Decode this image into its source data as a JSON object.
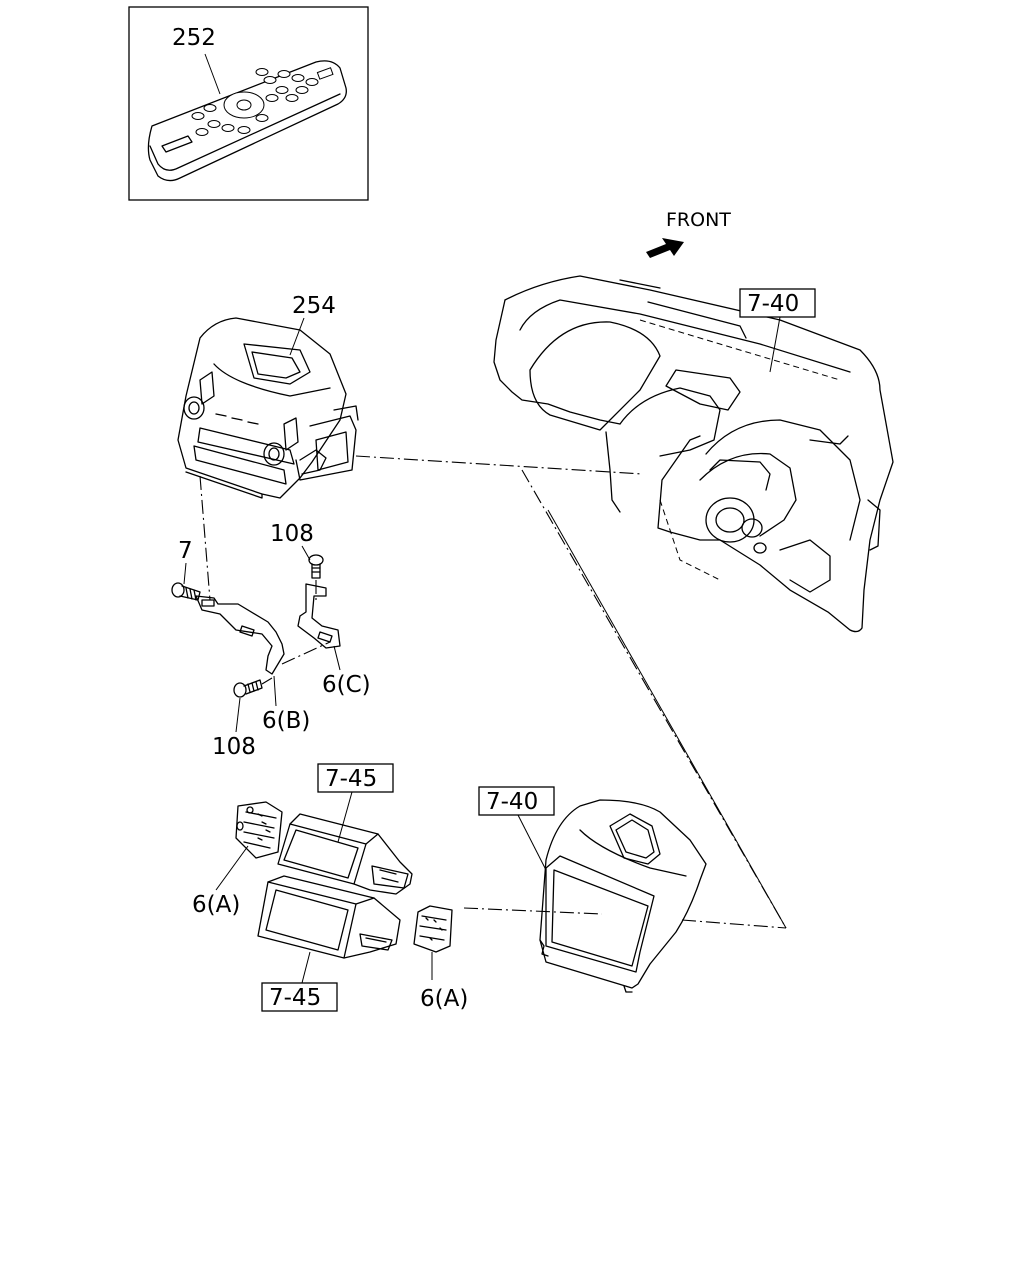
{
  "labels": {
    "remote": "252",
    "head_unit": "254",
    "front": "FRONT",
    "dash_ref": "7-40",
    "screw_7": "7",
    "screw_108_top": "108",
    "screw_108_bottom": "108",
    "bracket_6c": "6(C)",
    "bracket_6b": "6(B)",
    "ref_745_top": "7-45",
    "ref_740_bottom": "7-40",
    "bracket_6a_left": "6(A)",
    "ref_745_bottom": "7-45",
    "bracket_6a_right": "6(A)"
  }
}
